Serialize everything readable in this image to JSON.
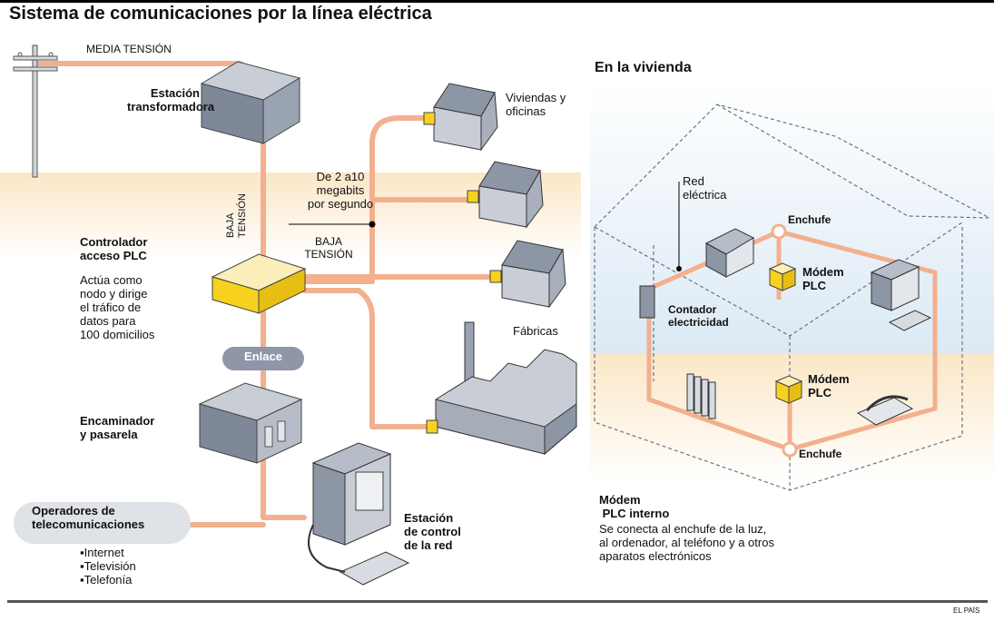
{
  "title": "Sistema de comunicaciones por la línea eléctrica",
  "medium_voltage": "MEDIA TENSIÓN",
  "transformer": [
    "Estación",
    "transformadora"
  ],
  "low_voltage_vertical": [
    "BAJA",
    "TENSIÓN"
  ],
  "speed": [
    "De 2 a10",
    "megabits",
    "por segundo"
  ],
  "low_voltage": [
    "BAJA",
    "TENSIÓN"
  ],
  "homes_offices": [
    "Viviendas y",
    "oficinas"
  ],
  "factories": "Fábricas",
  "plc_controller": {
    "name": [
      "Controlador",
      "acceso PLC"
    ],
    "desc": [
      "Actúa como",
      "nodo y dirige",
      "el tráfico de",
      "datos para",
      "100 domicilios"
    ]
  },
  "link": "Enlace",
  "router": [
    "Encaminador",
    "y pasarela"
  ],
  "operators": [
    "Operadores de",
    "telecomunicaciones"
  ],
  "services": [
    "Internet",
    "Televisión",
    "Telefonía"
  ],
  "control_station": [
    "Estación",
    "de control",
    "de la red"
  ],
  "home": {
    "heading": "En la vivienda",
    "network": [
      "Red",
      "eléctrica"
    ],
    "outlet_top": "Enchufe",
    "outlet_bottom": "Enchufe",
    "modem_top": [
      "Módem",
      "PLC"
    ],
    "modem_mid": [
      "Módem",
      "PLC"
    ],
    "meter": [
      "Contador",
      "electricidad"
    ],
    "internal_modem": [
      "Módem",
      " PLC interno"
    ],
    "internal_desc": [
      "Se conecta al enchufe de la luz,",
      "al ordenador, al teléfono y a otros",
      "aparatos electrónicos"
    ]
  },
  "credit": "EL PAÍS",
  "colors": {
    "cable": "#f2b08e",
    "plc_box": "#f6d21e",
    "box": "#8c96a6",
    "bubble": "#8e96a8",
    "sky": "#dbe9f4",
    "ground": "#fbebd0"
  }
}
